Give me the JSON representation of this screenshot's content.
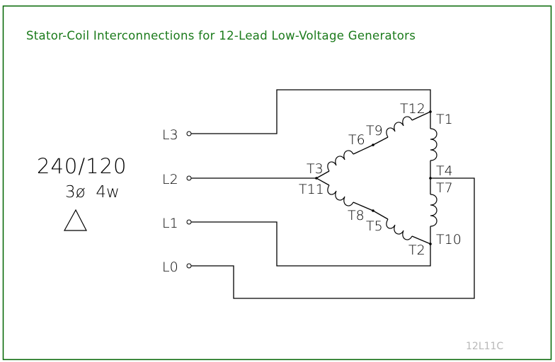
{
  "title": "Stator-Coil Interconnections for 12-Lead Low-Voltage Generators",
  "rating": {
    "voltage": "240/120",
    "phase_wire": "3ø  4w",
    "connection_symbol": "delta-icon"
  },
  "lines": {
    "L3": "L3",
    "L2": "L2",
    "L1": "L1",
    "L0": "L0"
  },
  "terminals": {
    "T1": "T1",
    "T2": "T2",
    "T3": "T3",
    "T4": "T4",
    "T5": "T5",
    "T6": "T6",
    "T7": "T7",
    "T8": "T8",
    "T9": "T9",
    "T10": "T10",
    "T11": "T11",
    "T12": "T12"
  },
  "drawing_code": "12L11C",
  "colors": {
    "frame": "#006400",
    "title": "#1a7a1a",
    "wire": "#000000",
    "code": "#b8b8b8"
  }
}
